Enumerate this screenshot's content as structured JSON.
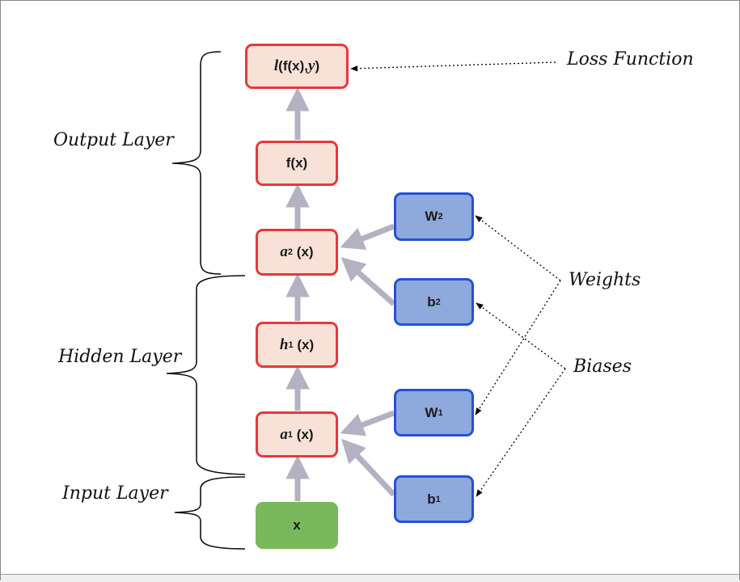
{
  "layers": {
    "output": "Output Layer",
    "hidden": "Hidden Layer",
    "input": "Input Layer"
  },
  "annotations": {
    "loss_function": "Loss Function",
    "weights": "Weights",
    "biases": "Biases"
  },
  "nodes": {
    "loss": {
      "fn": "l",
      "args_open": "(f(x), ",
      "arg_y": "y",
      "args_close": ")"
    },
    "output": {
      "text": "f(x)"
    },
    "a2": {
      "base": "a",
      "sup": "2",
      "arg": "(x)"
    },
    "h1": {
      "base": "h",
      "sup": "1",
      "arg": "(x)"
    },
    "a1": {
      "base": "a",
      "sup": "1",
      "arg": "(x)"
    },
    "input": {
      "text": "x"
    },
    "W2": {
      "base": "W",
      "sup": "2"
    },
    "b2": {
      "base": "b",
      "sup": "2"
    },
    "W1": {
      "base": "W",
      "sup": "1"
    },
    "b1": {
      "base": "b",
      "sup": "1"
    }
  },
  "colors": {
    "main_node_fill": "#f8e2d8",
    "main_node_border": "#e8373c",
    "param_node_fill": "#8ea9db",
    "param_node_border": "#2451d6",
    "input_node_fill": "#79b85c",
    "arrow": "#b4b1c2"
  }
}
